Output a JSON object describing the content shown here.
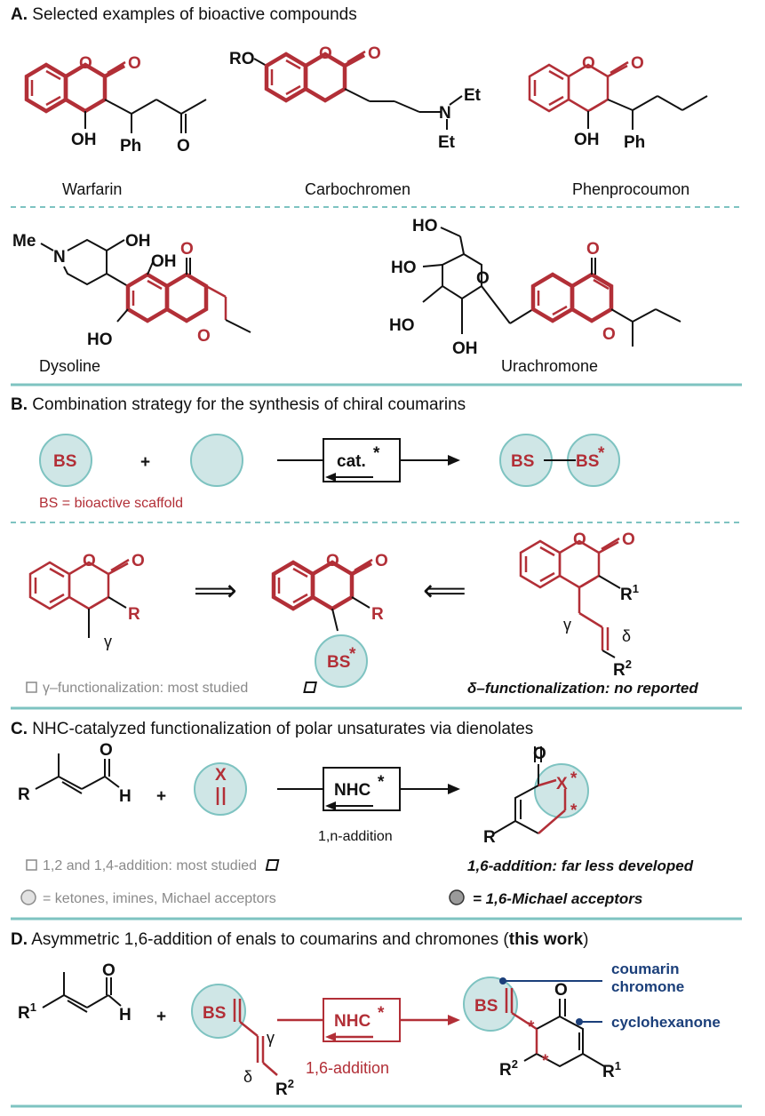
{
  "sections": {
    "a": {
      "letter": "A.",
      "title": "Selected examples of bioactive compounds"
    },
    "b": {
      "letter": "B.",
      "title": "Combination strategy for the synthesis of chiral coumarins"
    },
    "c": {
      "letter": "C.",
      "title": "NHC-catalyzed functionalization of polar unsaturates via dienolates"
    },
    "d": {
      "letter": "D.",
      "title": "Asymmetric 1,6-addition of enals to coumarins and chromones (",
      "title_bold": "this work",
      "title_end": ")"
    }
  },
  "compounds": {
    "warfarin": "Warfarin",
    "carbochromen": "Carbochromen",
    "phenprocoumon": "Phenprocoumon",
    "dysoline": "Dysoline",
    "urachromone": "Urachromone"
  },
  "atoms": {
    "O": "O",
    "OH": "OH",
    "Ph": "Ph",
    "RO": "RO",
    "N": "N",
    "Et": "Et",
    "Me": "Me",
    "HO": "HO",
    "R": "R",
    "H": "H",
    "X": "X",
    "BS": "BS",
    "star": "*",
    "gamma": "γ",
    "delta": "δ",
    "R1": "R",
    "R1_sup": "1",
    "R2": "R",
    "R2_sup": "2"
  },
  "section_b": {
    "bs_def": "BS = bioactive scaffold",
    "catalyst": "cat.",
    "gamma_note": "γ–functionalization: most studied",
    "delta_note": "δ–functionalization: no reported"
  },
  "section_c": {
    "catalyst": "NHC",
    "catalyst_sub": "1,n-addition",
    "note_12_14": "1,2 and 1,4-addition: most studied",
    "note_16": "1,6-addition: far less developed",
    "legend_light": "= ketones, imines, Michael acceptors",
    "legend_dark": "= 1,6-Michael acceptors"
  },
  "section_d": {
    "catalyst": "NHC",
    "catalyst_sub": "1,6-addition",
    "label_coumarin": "coumarin",
    "label_chromone": "chromone",
    "label_cyclohexanone": "cyclohexanone"
  },
  "colors": {
    "accent_red": "#b22f37",
    "teal_fill": "#cfe6e6",
    "teal_line": "#7ec3c1",
    "navy": "#1b3f7a"
  }
}
